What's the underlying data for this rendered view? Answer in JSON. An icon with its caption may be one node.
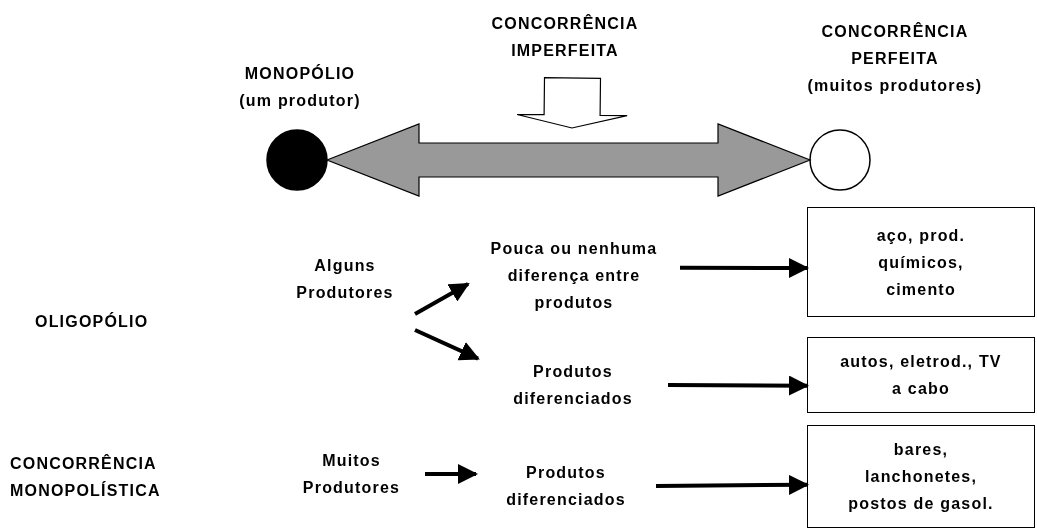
{
  "diagram": {
    "nodes": [
      {
        "text": [
          "MONOPÓLIO",
          "(um produtor)"
        ]
      },
      {
        "text": [
          "CONCORRÊNCIA PERFEITA",
          "(muitos produtores)"
        ]
      },
      {
        "text": [
          "CONCORRÊNCIA IMPERFEITA"
        ]
      },
      {
        "text": [
          "Alguns Produtores"
        ]
      },
      {
        "text": [
          "Pouca ou nenhuma diferença entre produtos"
        ]
      },
      {
        "text": [
          "Produtos diferenciados"
        ]
      },
      {
        "text": [
          "aço, prod. químicos, cimento"
        ]
      },
      {
        "text": [
          "autos, eletrod., TV a cabo"
        ]
      },
      {
        "text": [
          "Muitos Produtores"
        ]
      },
      {
        "text": [
          "Produtos diferenciados"
        ]
      },
      {
        "text": [
          "bares, lanchonetes, postos de gasol."
        ]
      }
    ],
    "edges": [
      {
        "from": 0,
        "to": 1,
        "arrow": "both",
        "style": "thick",
        "color": "#999999"
      },
      {
        "from": 2,
        "to": null,
        "arrow": "to",
        "style": "thick"
      },
      {
        "from": 3,
        "to": 4,
        "arrow": "to"
      },
      {
        "from": 3,
        "to": 5,
        "arrow": "to"
      },
      {
        "from": 4,
        "to": 6,
        "arrow": "to"
      },
      {
        "from": 5,
        "to": 7,
        "arrow": "to"
      },
      {
        "from": 8,
        "to": 9,
        "arrow": "to"
      },
      {
        "from": 9,
        "to": 10,
        "arrow": "to"
      }
    ],
    "labels": [
      "OLIGOPÓLIO",
      "CONCORRÊNCIA MONOPOLÍSTICA"
    ]
  }
}
